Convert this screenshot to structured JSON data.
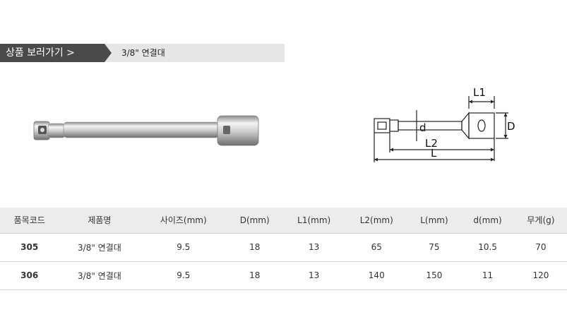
{
  "breadcrumb": {
    "section": "상품 보러가기 >",
    "current": "3/8\" 연결대"
  },
  "diagram": {
    "labels": {
      "L1": "L1",
      "L2": "L2",
      "L": "L",
      "d": "d",
      "D": "D"
    }
  },
  "table": {
    "headers": [
      "품목코드",
      "제품명",
      "사이즈(mm)",
      "D(mm)",
      "L1(mm)",
      "L2(mm)",
      "L(mm)",
      "d(mm)",
      "무게(g)"
    ],
    "rows": [
      [
        "305",
        "3/8\" 연결대",
        "9.5",
        "18",
        "13",
        "65",
        "75",
        "10.5",
        "70"
      ],
      [
        "306",
        "3/8\" 연결대",
        "9.5",
        "18",
        "13",
        "140",
        "150",
        "11",
        "120"
      ]
    ]
  }
}
